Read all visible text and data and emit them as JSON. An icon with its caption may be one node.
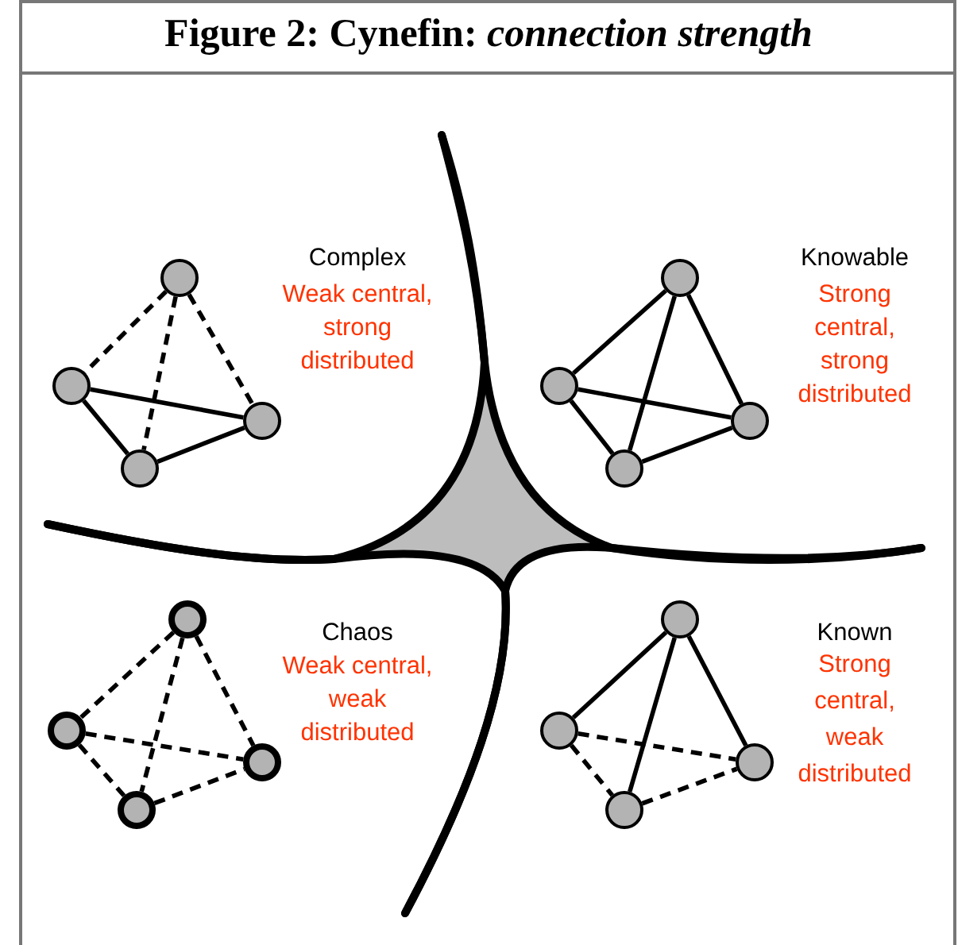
{
  "diagram": {
    "title": "Figure 2: Cynefin: *connection strength*",
    "nodes": [
      {
        "text": [],
        "shape": "circle"
      },
      {
        "text": [],
        "shape": "circle"
      },
      {
        "text": [],
        "shape": "circle"
      },
      {
        "text": [],
        "shape": "circle"
      },
      {
        "text": [],
        "shape": "circle"
      },
      {
        "text": [],
        "shape": "circle"
      },
      {
        "text": [],
        "shape": "circle"
      },
      {
        "text": [],
        "shape": "circle"
      },
      {
        "text": [],
        "shape": "circle"
      },
      {
        "text": [],
        "shape": "circle"
      },
      {
        "text": [],
        "shape": "circle"
      },
      {
        "text": [],
        "shape": "circle"
      },
      {
        "text": [],
        "shape": "circle"
      },
      {
        "text": [],
        "shape": "circle"
      },
      {
        "text": [],
        "shape": "circle"
      },
      {
        "text": [],
        "shape": "circle"
      }
    ],
    "edges": [
      {
        "from": 0,
        "to": 1,
        "arrow": "none",
        "style": "dashed"
      },
      {
        "from": 0,
        "to": 2,
        "arrow": "none",
        "style": "dashed"
      },
      {
        "from": 0,
        "to": 3,
        "arrow": "none",
        "style": "dashed"
      },
      {
        "from": 1,
        "to": 2,
        "arrow": "none"
      },
      {
        "from": 1,
        "to": 3,
        "arrow": "none"
      },
      {
        "from": 3,
        "to": 2,
        "arrow": "none"
      },
      {
        "from": 4,
        "to": 5,
        "arrow": "none"
      },
      {
        "from": 4,
        "to": 6,
        "arrow": "none"
      },
      {
        "from": 4,
        "to": 7,
        "arrow": "none"
      },
      {
        "from": 5,
        "to": 6,
        "arrow": "none"
      },
      {
        "from": 5,
        "to": 7,
        "arrow": "none"
      },
      {
        "from": 7,
        "to": 6,
        "arrow": "none"
      },
      {
        "from": 8,
        "to": 9,
        "arrow": "none",
        "style": "dashed"
      },
      {
        "from": 8,
        "to": 10,
        "arrow": "none",
        "style": "dashed"
      },
      {
        "from": 8,
        "to": 11,
        "arrow": "none",
        "style": "dashed"
      },
      {
        "from": 9,
        "to": 10,
        "arrow": "none",
        "style": "dashed"
      },
      {
        "from": 9,
        "to": 11,
        "arrow": "none",
        "style": "dashed"
      },
      {
        "from": 11,
        "to": 10,
        "arrow": "none",
        "style": "dashed"
      },
      {
        "from": 12,
        "to": 13,
        "arrow": "none"
      },
      {
        "from": 12,
        "to": 14,
        "arrow": "none"
      },
      {
        "from": 12,
        "to": 15,
        "arrow": "none"
      },
      {
        "from": 13,
        "to": 14,
        "arrow": "none",
        "style": "dashed"
      },
      {
        "from": 13,
        "to": 15,
        "arrow": "none",
        "style": "dashed"
      },
      {
        "from": 15,
        "to": 14,
        "arrow": "none",
        "style": "dashed"
      }
    ],
    "labels": [
      "Complex",
      "Weak central, strong distributed",
      "Knowable",
      "Strong central, strong distributed",
      "Chaos",
      "Weak central, weak distributed",
      "Known",
      "Strong central, weak distributed"
    ]
  }
}
